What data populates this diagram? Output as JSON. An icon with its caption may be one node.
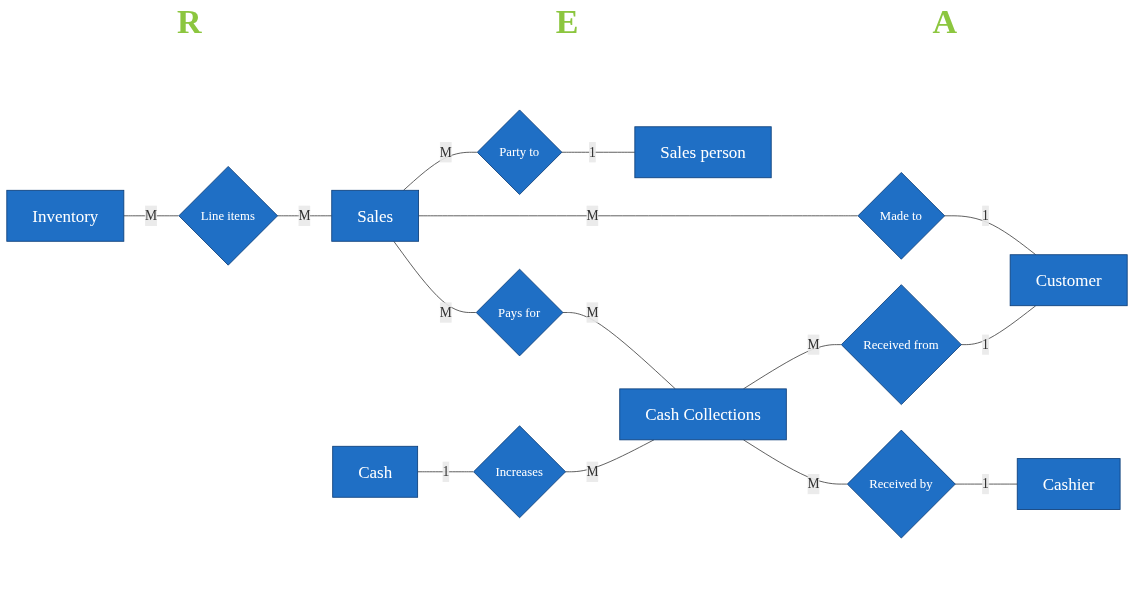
{
  "diagram": {
    "nodes": [
      {
        "text": [
          "Inventory"
        ]
      },
      {
        "text": [
          "Line items"
        ]
      },
      {
        "text": [
          "Sales"
        ]
      },
      {
        "text": [
          "Party to"
        ]
      },
      {
        "text": [
          "Sales person"
        ]
      },
      {
        "text": [
          "Made to"
        ]
      },
      {
        "text": [
          "Customer"
        ]
      },
      {
        "text": [
          "Pays for"
        ]
      },
      {
        "text": [
          "Cash"
        ]
      },
      {
        "text": [
          "Increases"
        ]
      },
      {
        "text": [
          "Cash Collections"
        ]
      },
      {
        "text": [
          "Received from"
        ]
      },
      {
        "text": [
          "Cashier"
        ]
      },
      {
        "text": [
          "Received by"
        ]
      }
    ],
    "edges": [
      {
        "from": 0,
        "to": 1,
        "arrow": "none",
        "label": "M"
      },
      {
        "from": 1,
        "to": 2,
        "arrow": "none",
        "label": "M"
      },
      {
        "from": 2,
        "to": 3,
        "arrow": "none",
        "label": "M"
      },
      {
        "from": 3,
        "to": 4,
        "arrow": "none",
        "label": "1"
      },
      {
        "from": 2,
        "to": 5,
        "arrow": "none",
        "label": "M"
      },
      {
        "from": 5,
        "to": 6,
        "arrow": "none",
        "label": "1"
      },
      {
        "from": 2,
        "to": 7,
        "arrow": "none",
        "label": "M"
      },
      {
        "from": 7,
        "to": 10,
        "arrow": "none",
        "label": "M"
      },
      {
        "from": 8,
        "to": 9,
        "arrow": "none",
        "label": "1"
      },
      {
        "from": 9,
        "to": 10,
        "arrow": "none",
        "label": "M"
      },
      {
        "from": 10,
        "to": 11,
        "arrow": "none",
        "label": "M"
      },
      {
        "from": 11,
        "to": 6,
        "arrow": "none",
        "label": "1"
      },
      {
        "from": 10,
        "to": 13,
        "arrow": "none",
        "label": "M"
      },
      {
        "from": 13,
        "to": 12,
        "arrow": "none",
        "label": "1"
      }
    ],
    "labels": [
      "R",
      "E",
      "A"
    ]
  }
}
